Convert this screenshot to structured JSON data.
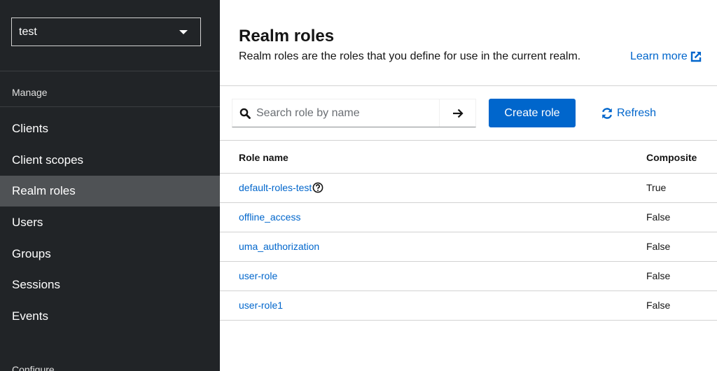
{
  "sidebar": {
    "realm_selector": {
      "value": "test"
    },
    "sections": [
      {
        "title": "Manage"
      },
      {
        "title": "Configure"
      }
    ],
    "items": [
      {
        "label": "Clients",
        "active": false
      },
      {
        "label": "Client scopes",
        "active": false
      },
      {
        "label": "Realm roles",
        "active": true
      },
      {
        "label": "Users",
        "active": false
      },
      {
        "label": "Groups",
        "active": false
      },
      {
        "label": "Sessions",
        "active": false
      },
      {
        "label": "Events",
        "active": false
      }
    ]
  },
  "main": {
    "title": "Realm roles",
    "description": "Realm roles are the roles that you define for use in the current realm.",
    "learn_more": "Learn more",
    "toolbar": {
      "search_placeholder": "Search role by name",
      "search_value": "",
      "create_label": "Create role",
      "refresh_label": "Refresh"
    },
    "table": {
      "columns": [
        "Role name",
        "Composite"
      ],
      "rows": [
        {
          "name": "default-roles-test",
          "composite": "True",
          "help_icon": true
        },
        {
          "name": "offline_access",
          "composite": "False",
          "help_icon": false
        },
        {
          "name": "uma_authorization",
          "composite": "False",
          "help_icon": false
        },
        {
          "name": "user-role",
          "composite": "False",
          "help_icon": false
        },
        {
          "name": "user-role1",
          "composite": "False",
          "help_icon": false
        }
      ]
    }
  },
  "colors": {
    "sidebar_bg": "#212427",
    "sidebar_active_bg": "#4f5255",
    "primary": "#0066cc",
    "link": "#0066cc"
  }
}
